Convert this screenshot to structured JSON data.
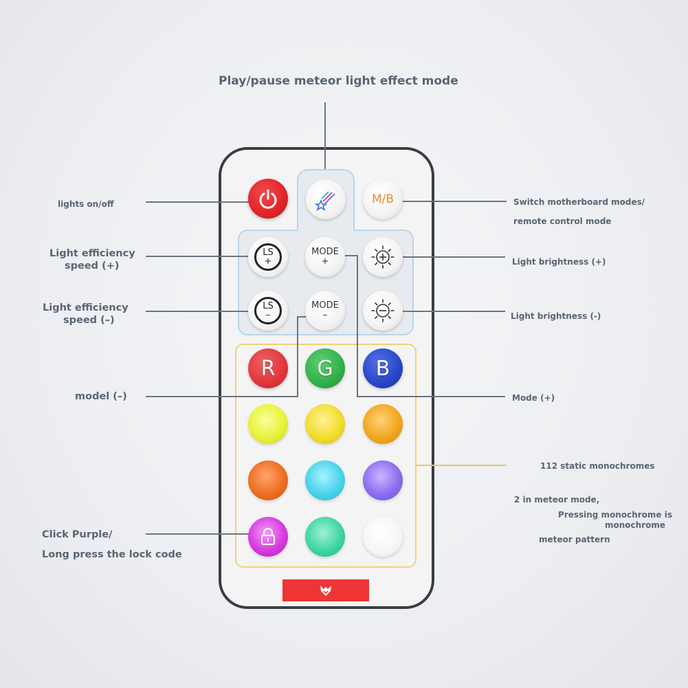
{
  "labels": {
    "top_title": "Play/pause meteor light effect mode",
    "lights_onoff": "lights on/off",
    "speed_plus_1": "Light efficiency",
    "speed_plus_2": "speed (+)",
    "speed_minus_1": "Light efficiency",
    "speed_minus_2": "speed (–)",
    "model_minus": "model (–)",
    "click_purple_1": "Click Purple/",
    "click_purple_2": "Long press the lock code",
    "switch_mode_1": "Switch motherboard modes/",
    "switch_mode_2": "remote control mode",
    "brightness_plus": "Light brightness (+)",
    "brightness_minus": "Light brightness (-)",
    "mode_plus": "Mode (+)",
    "static_colors": "112 static monochromes",
    "meteor_1": "2 in meteor mode,",
    "meteor_2": "Pressing monochrome is",
    "meteor_3": "monochrome",
    "meteor_4": "meteor pattern"
  },
  "buttons": {
    "mb": "M/B",
    "ls": "LS",
    "plus": "+",
    "minus": "–",
    "mode": "MODE",
    "r": "R",
    "g": "G",
    "b": "B"
  },
  "icons": {
    "power": "power-icon",
    "meteor": "meteor-icon",
    "brightness_up": "sun-plus-icon",
    "brightness_down": "sun-minus-icon",
    "lock": "lock-icon",
    "logo": "fox-logo-icon"
  },
  "colors": {
    "power_red": "#e3262b",
    "r": "#e0363b",
    "g": "#31b04a",
    "b": "#2844c9",
    "yellow_green": "#e9f23a",
    "yellow": "#f3dd2e",
    "amber": "#f2a71f",
    "orange": "#ef6f24",
    "cyan": "#4ad3ec",
    "purple": "#8c6ff0",
    "magenta": "#d83be0",
    "mint": "#3fd6a2",
    "white": "#f6f6f6",
    "brand_red": "#ee3535"
  }
}
